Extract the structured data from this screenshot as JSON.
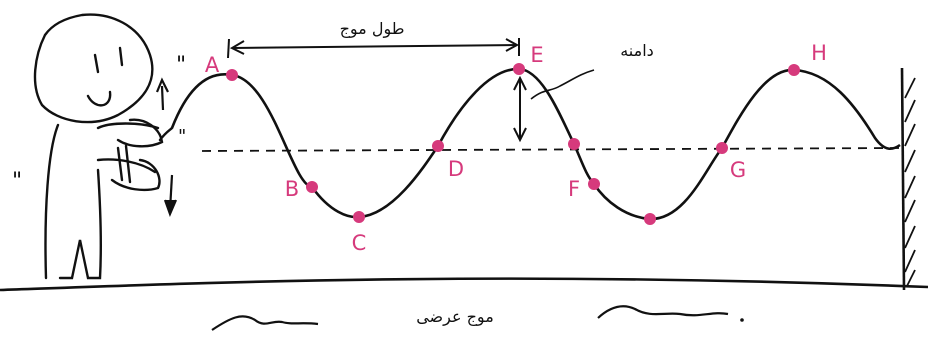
{
  "wave_length_label": "طول موج",
  "amplitude_label": "دامنه",
  "caption": "موج عرضی",
  "point_color": "#d63a7c",
  "line_color": "#111111",
  "points": [
    {
      "id": "A",
      "label": "A"
    },
    {
      "id": "B",
      "label": "B"
    },
    {
      "id": "C",
      "label": "C"
    },
    {
      "id": "D",
      "label": "D"
    },
    {
      "id": "E",
      "label": "E"
    },
    {
      "id": "F",
      "label": "F"
    },
    {
      "id": "G",
      "label": "G"
    },
    {
      "id": "H",
      "label": "H"
    }
  ],
  "marks": {
    "quote_left_top": "\"",
    "quote_left_bottom": "\"",
    "quote_near_arm": "\""
  }
}
